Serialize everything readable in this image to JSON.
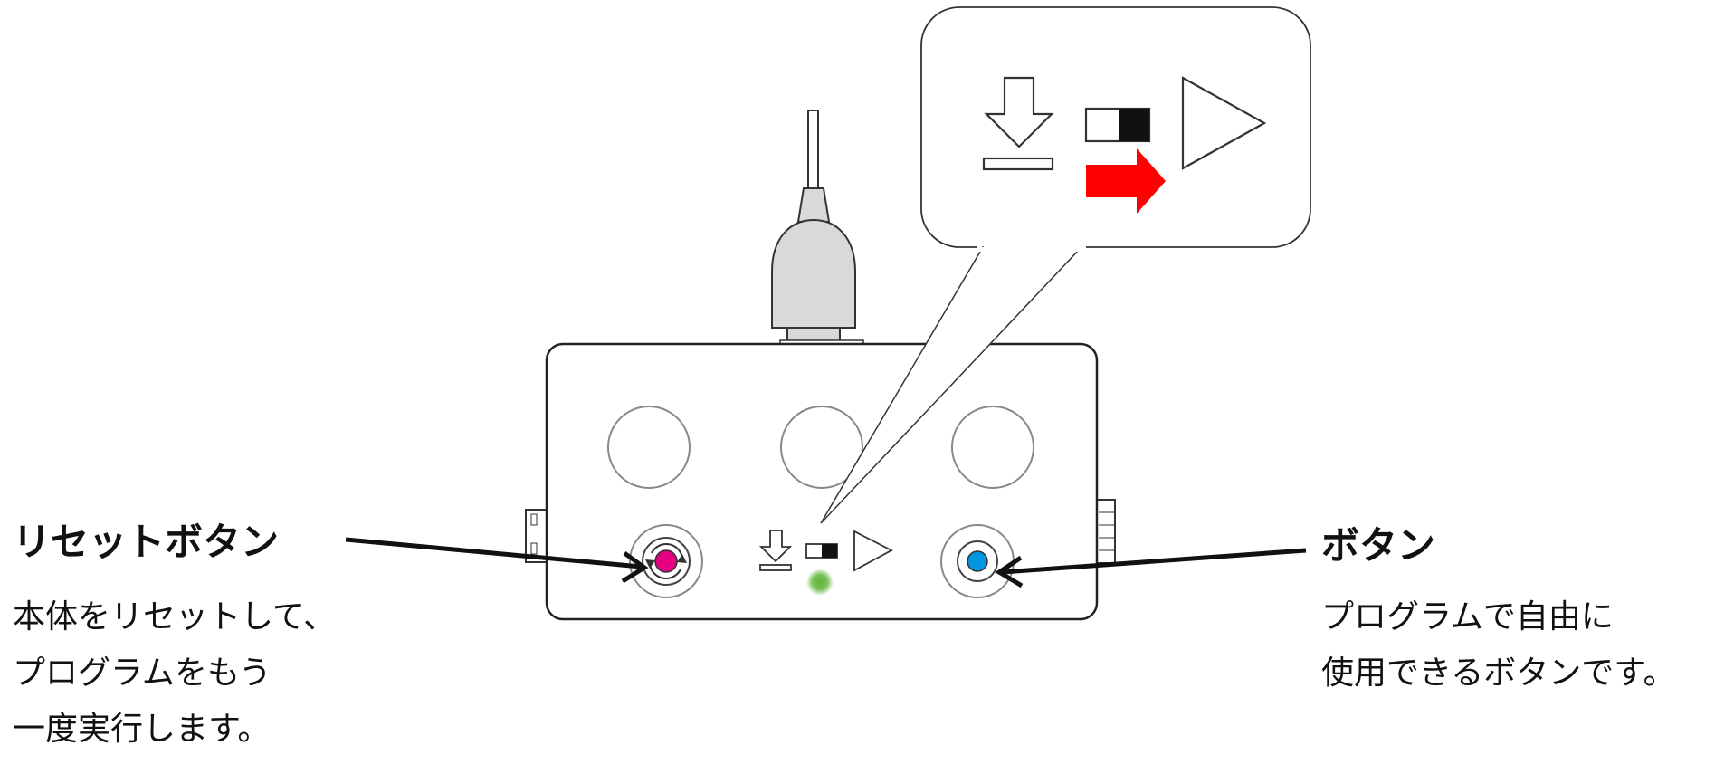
{
  "reset_button": {
    "title": "リセットボタン",
    "description": [
      "本体をリセットして、",
      "プログラムをもう",
      "一度実行します。"
    ],
    "accent_color": "#e5007f"
  },
  "user_button": {
    "title": "ボタン",
    "description": [
      "プログラムで自由に",
      "使用できるボタンです。"
    ],
    "accent_color": "#0096e0"
  },
  "callout": {
    "switch_direction": "right",
    "arrow_color": "#ff0000"
  },
  "status_led_color": "#7cc35a",
  "icons": [
    "download-icon",
    "mode-switch-icon",
    "play-icon",
    "reset-icon"
  ]
}
